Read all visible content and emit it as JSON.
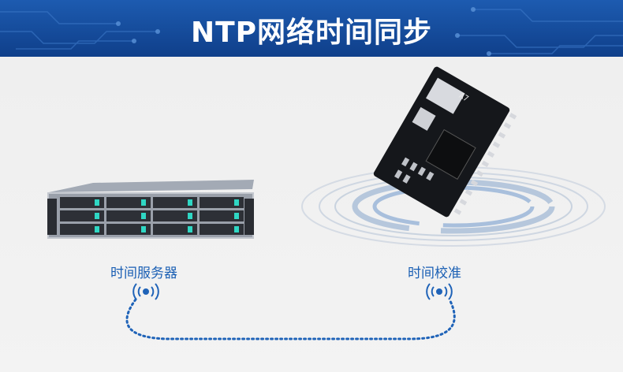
{
  "banner": {
    "title": "NTP网络时间同步"
  },
  "nodes": {
    "server_label": "时间服务器",
    "calibration_label": "时间校准"
  },
  "module": {
    "silkscreen": "A7"
  },
  "colors": {
    "banner": "#1550a0",
    "label": "#1a5fb4",
    "link_dots": "#1f63b8",
    "background": "#f0f0f0"
  }
}
